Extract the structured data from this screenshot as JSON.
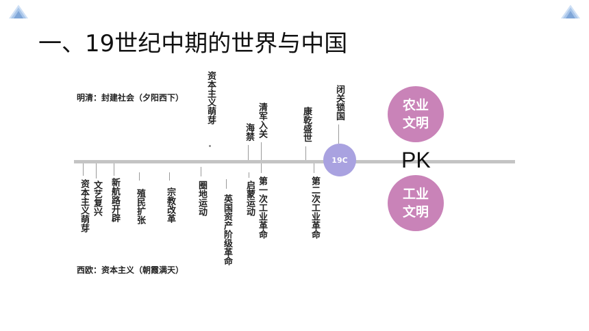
{
  "slide": {
    "title": "一、19世纪中期的世界与中国",
    "era_top": "明清：封建社会（夕阳西下）",
    "era_bottom": "西欧：资本主义（朝霞满天）"
  },
  "events_top": [
    "资本主义萌芽",
    "海禁",
    "清军入关",
    "康乾盛世",
    "闭关锁国"
  ],
  "events_bottom": [
    "资本主义萌芽",
    "文艺复兴",
    "新航路开辟",
    "殖民扩张",
    "宗教改革",
    "圈地运动",
    "英国资产阶级革命",
    "启蒙运动",
    "第一次工业革命",
    "第二次工业革命"
  ],
  "marker": "19C",
  "comparison": {
    "left_line1": "农业",
    "left_line2": "文明",
    "vs": "PK",
    "right_line1": "工业",
    "right_line2": "文明"
  },
  "colors": {
    "axis": "#c4c4c4",
    "marker_circle": "#a9a2e0",
    "bubble": "#c983b8",
    "corner_triangles": "#a9c6ea"
  }
}
